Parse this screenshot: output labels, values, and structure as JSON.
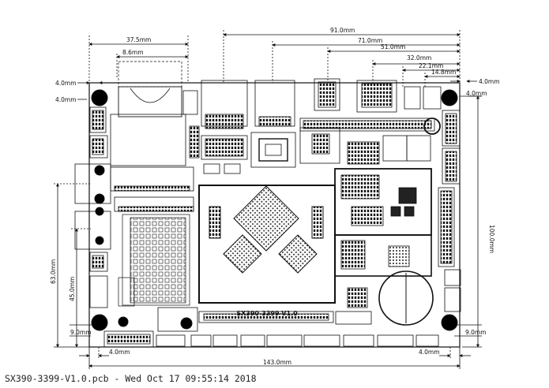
{
  "footer": {
    "filename": "SX390-3399-V1.0.pcb",
    "timestamp": "Wed Oct 17 09:55:14 2018"
  },
  "board": {
    "silk_title": "SX390-3399-V1.0"
  },
  "dimensions": {
    "top": [
      "37.5mm",
      "8.6mm",
      "91.0mm",
      "71.0mm",
      "51.0mm",
      "32.0mm",
      "22.1mm",
      "14.8mm"
    ],
    "left_hole_h": "4.0mm",
    "left_hole_v": "4.0mm",
    "right_hole_h": "4.0mm",
    "right_hole_v": "4.0mm",
    "height_total": "100.0mm",
    "height_63": "63.0mm",
    "height_45": "45.0mm",
    "bottom_left_v": "9.0mm",
    "bottom_right_v": "9.0mm",
    "bottom_left_h": "4.0mm",
    "bottom_right_h": "4.0mm",
    "width_total": "143.0mm"
  }
}
